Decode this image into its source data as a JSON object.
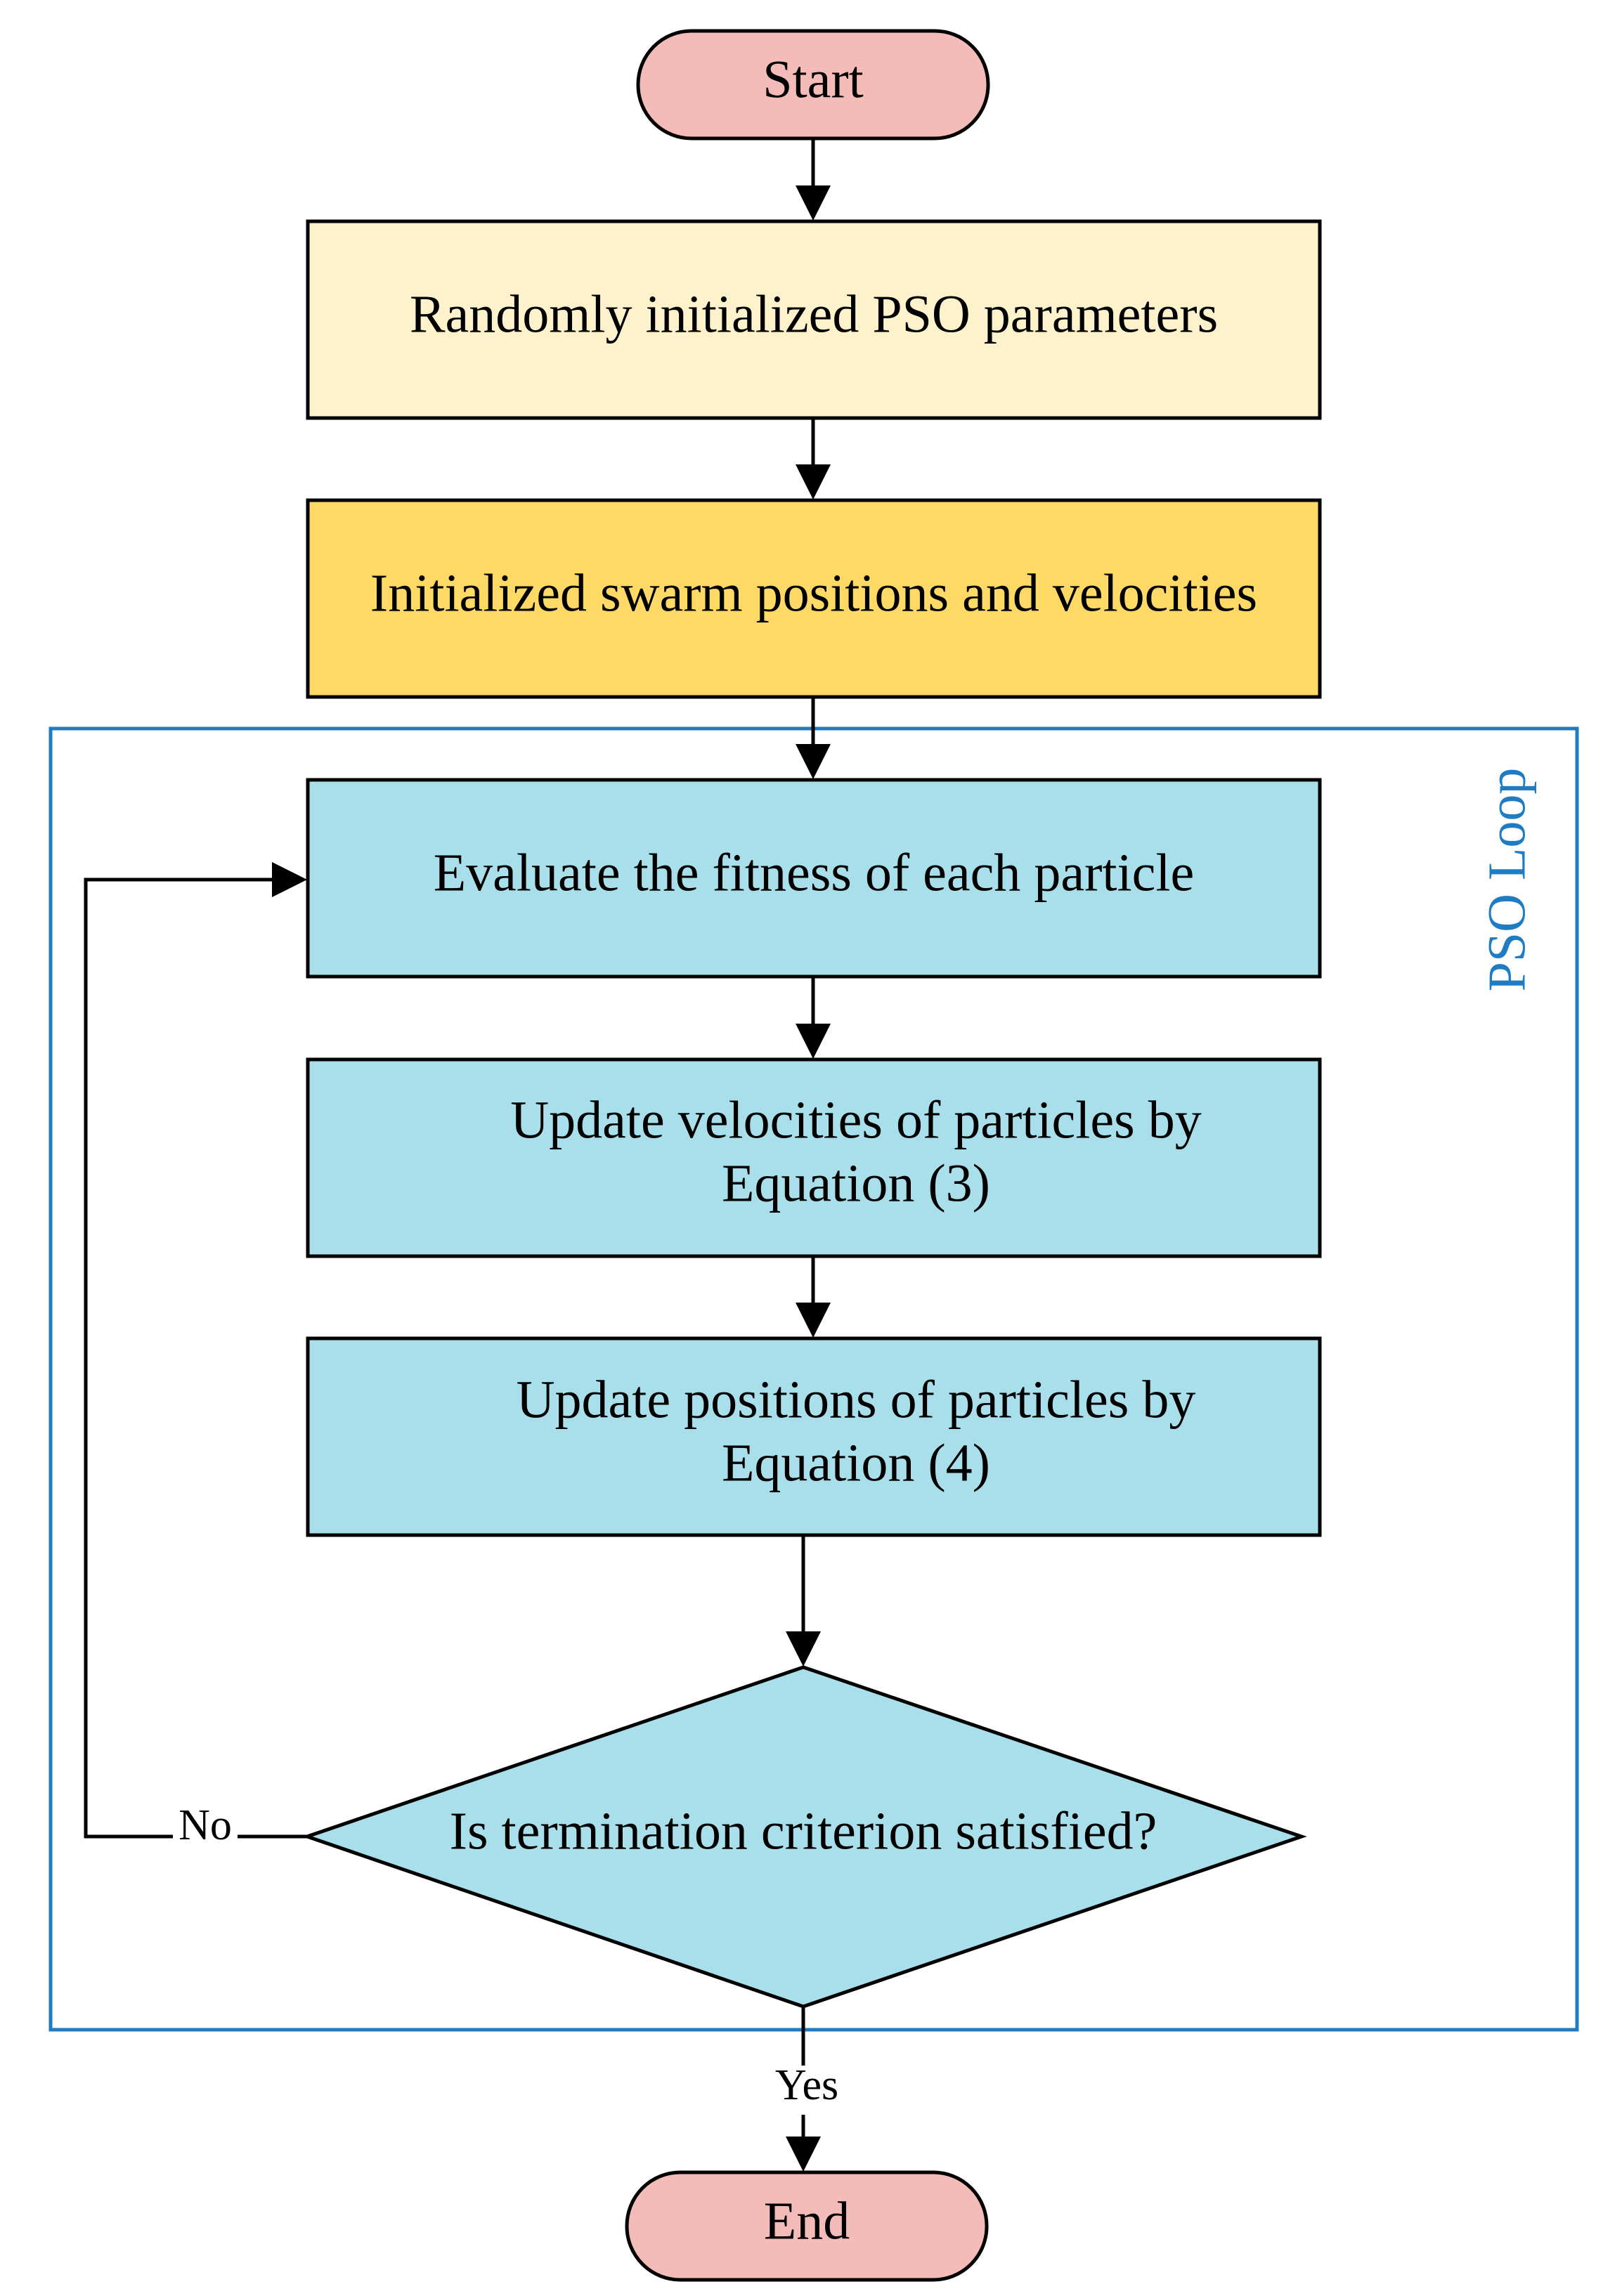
{
  "colors": {
    "terminal": "#f4bcb8",
    "init_params": "#fdf2cb",
    "init_swarm": "#fed966",
    "loop_step": "#a9dfea",
    "loop_frame": "#1f7cc2",
    "stroke": "#000000"
  },
  "nodes": {
    "start": {
      "label": "Start"
    },
    "init_params": {
      "label": "Randomly initialized PSO parameters"
    },
    "init_swarm": {
      "label": "Initialized swarm positions and velocities"
    },
    "evaluate": {
      "label": "Evaluate the fitness of each particle"
    },
    "update_velocities": {
      "line1": "Update velocities of particles by",
      "line2": "Equation (3)"
    },
    "update_positions": {
      "line1": "Update positions of particles by",
      "line2": "Equation (4)"
    },
    "decision": {
      "label": "Is termination criterion satisfied?"
    },
    "end": {
      "label": "End"
    }
  },
  "edges": {
    "no_label": "No",
    "yes_label": "Yes"
  },
  "loop_group": {
    "label": "PSO Loop"
  }
}
